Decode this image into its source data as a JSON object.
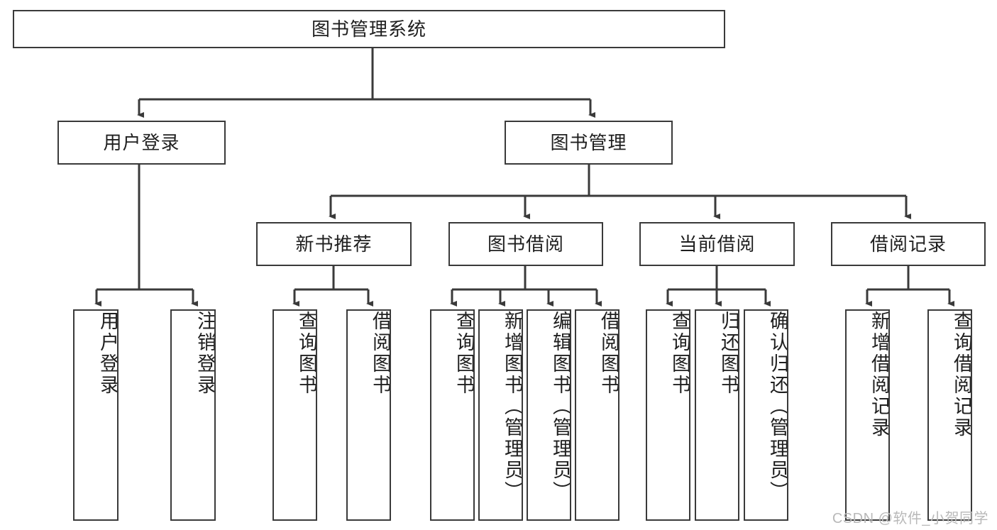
{
  "diagram": {
    "type": "tree",
    "title_node": "图书管理系统",
    "watermark": "CSDN @软件_小贺同学",
    "colors": {
      "stroke": "#3a3a3a",
      "fill": "#ffffff",
      "text": "#1f1f1f",
      "watermark": "#b9b9b9"
    },
    "nodes": {
      "root": {
        "label": "图书管理系统"
      },
      "level2": [
        {
          "label": "用户登录"
        },
        {
          "label": "图书管理"
        }
      ],
      "level3": [
        {
          "label": "新书推荐"
        },
        {
          "label": "图书借阅"
        },
        {
          "label": "当前借阅"
        },
        {
          "label": "借阅记录"
        }
      ],
      "leaves": {
        "user_login": [
          {
            "label": "用户登录"
          },
          {
            "label": "注销登录"
          }
        ],
        "new_book": [
          {
            "label": "查询图书"
          },
          {
            "label": "借阅图书"
          }
        ],
        "borrow_book": [
          {
            "label": "查询图书"
          },
          {
            "label": "新增图书（管理员）"
          },
          {
            "label": "编辑图书（管理员）"
          },
          {
            "label": "借阅图书"
          }
        ],
        "current_borrow": [
          {
            "label": "查询图书"
          },
          {
            "label": "归还图书"
          },
          {
            "label": "确认归还（管理员）"
          }
        ],
        "borrow_record": [
          {
            "label": "新增借阅记录"
          },
          {
            "label": "查询借阅记录"
          }
        ]
      }
    }
  }
}
